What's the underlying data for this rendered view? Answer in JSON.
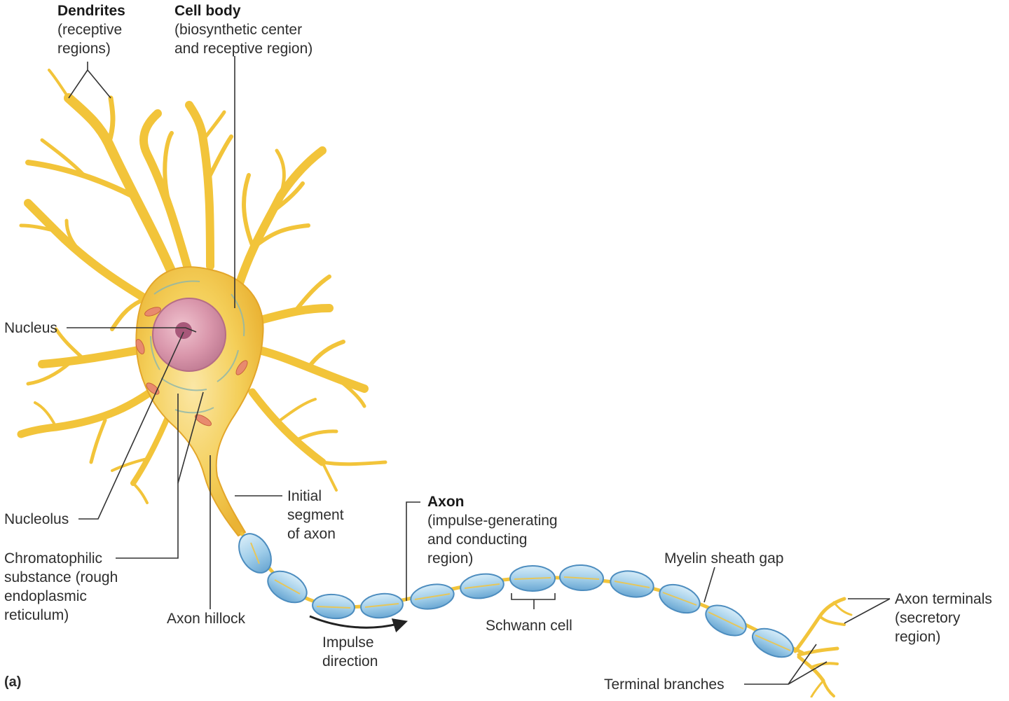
{
  "diagram": {
    "panel_label": "(a)",
    "labels": {
      "dendrites": {
        "title": "Dendrites",
        "lines": [
          "(receptive",
          "regions)"
        ]
      },
      "cell_body": {
        "title": "Cell body",
        "lines": [
          "(biosynthetic center",
          "and receptive region)"
        ]
      },
      "nucleus": {
        "lines": [
          "Nucleus"
        ]
      },
      "nucleolus": {
        "lines": [
          "Nucleolus"
        ]
      },
      "chromatophilic": {
        "lines": [
          "Chromatophilic",
          "substance (rough",
          "endoplasmic",
          "reticulum)"
        ]
      },
      "axon_hillock": {
        "lines": [
          "Axon hillock"
        ]
      },
      "initial_segment": {
        "lines": [
          "Initial",
          "segment",
          "of axon"
        ]
      },
      "axon": {
        "title": "Axon",
        "lines": [
          "(impulse-generating",
          "and conducting",
          "region)"
        ]
      },
      "impulse_direction": {
        "lines": [
          "Impulse",
          "direction"
        ]
      },
      "schwann_cell": {
        "lines": [
          "Schwann cell"
        ]
      },
      "myelin_gap": {
        "lines": [
          "Myelin sheath gap"
        ]
      },
      "axon_terminals": {
        "lines": [
          "Axon terminals",
          "(secretory",
          "region)"
        ]
      },
      "terminal_branches": {
        "lines": [
          "Terminal branches"
        ]
      }
    },
    "colors": {
      "neuron": "#f2c43a",
      "neuron_edge": "#d99a1c",
      "nucleus": "#d98fa6",
      "myelin": "#9ccbe8",
      "myelin_edge": "#4d8dbf",
      "leader": "#333333"
    }
  }
}
